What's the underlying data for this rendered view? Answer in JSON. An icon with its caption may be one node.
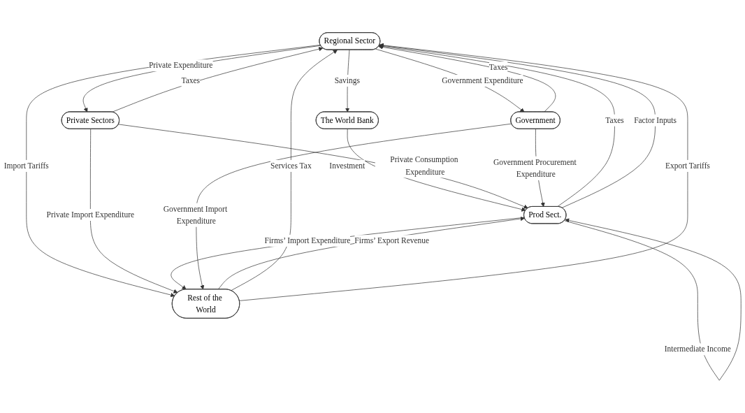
{
  "diagram": {
    "nodes": [
      {
        "text": [
          "Regional Sector"
        ]
      },
      {
        "text": [
          "Private Sectors"
        ]
      },
      {
        "text": [
          "The World Bank"
        ]
      },
      {
        "text": [
          "Government"
        ]
      },
      {
        "text": [
          "Prod Sect."
        ]
      },
      {
        "text": [
          "Rest of the World"
        ]
      }
    ],
    "edges": [
      {
        "from": 1,
        "to": 0,
        "arrow": "to",
        "label": "Taxes"
      },
      {
        "from": 0,
        "to": 1,
        "arrow": "to",
        "label": "Private Expenditure"
      },
      {
        "from": 0,
        "to": 2,
        "arrow": "to",
        "label": "Savings"
      },
      {
        "from": 4,
        "to": 0,
        "arrow": "to",
        "label": "Taxes"
      },
      {
        "from": 2,
        "to": 4,
        "arrow": "to",
        "label": "Investment"
      },
      {
        "from": 4,
        "to": 0,
        "arrow": "to",
        "label": "Factor Inputs"
      },
      {
        "from": 0,
        "to": 3,
        "arrow": "to",
        "label": "Government Expenditure"
      },
      {
        "from": 3,
        "to": 0,
        "arrow": "to",
        "label": "Taxes"
      },
      {
        "from": 0,
        "to": 5,
        "arrow": "to",
        "label": "Import Tariffs"
      },
      {
        "from": 1,
        "to": 4,
        "arrow": "to",
        "label": "Private Consumption Expenditure"
      },
      {
        "from": 1,
        "to": 5,
        "arrow": "to",
        "label": "Private Import Expenditure"
      },
      {
        "from": 3,
        "to": 4,
        "arrow": "to",
        "label": "Government Procurement Expenditure"
      },
      {
        "from": 4,
        "to": 4,
        "arrow": "to",
        "label": "Intermediate Income"
      },
      {
        "from": 4,
        "to": 5,
        "arrow": "to",
        "label": "Firms’ Import Expenditure"
      },
      {
        "from": 5,
        "to": 4,
        "arrow": "to",
        "label": "Firms’ Export Revenue"
      },
      {
        "from": 3,
        "to": 5,
        "arrow": "to",
        "label": "Government Import Expenditure"
      },
      {
        "from": 5,
        "to": 0,
        "arrow": "to",
        "label": "Services Tax"
      },
      {
        "from": 5,
        "to": 0,
        "arrow": "to",
        "label": "Export Tariffs"
      }
    ]
  }
}
